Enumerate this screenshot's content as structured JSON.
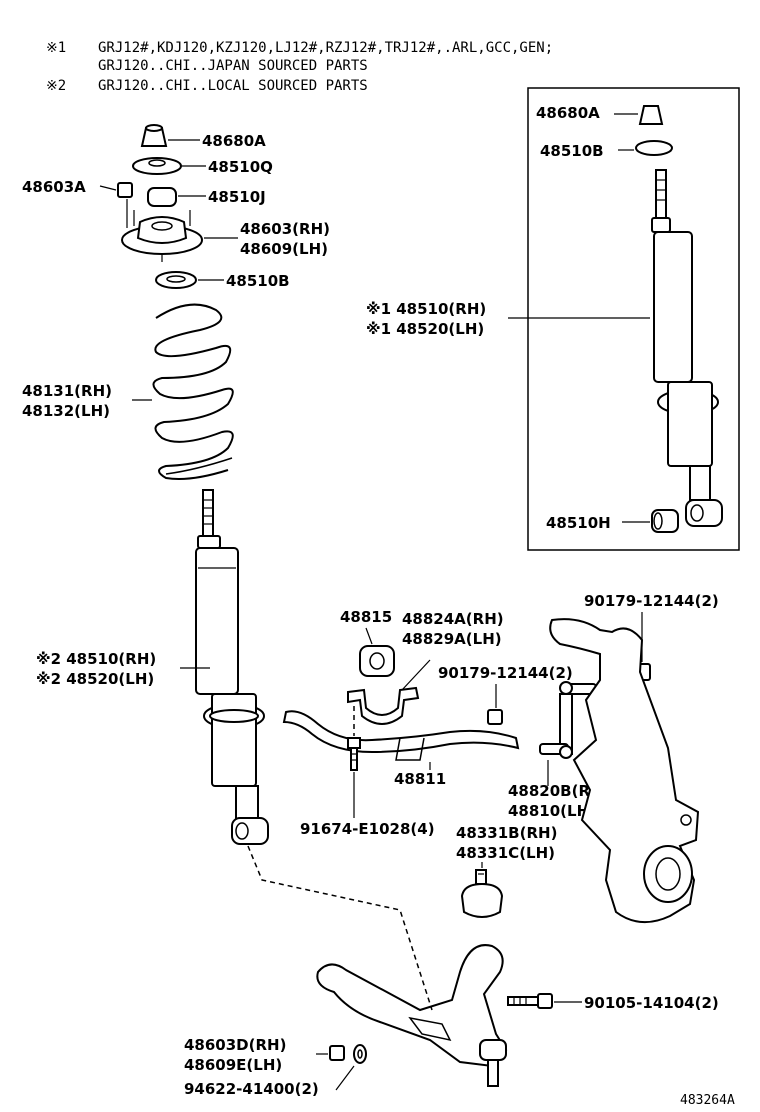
{
  "notes": [
    {
      "mark": "※1",
      "lines": [
        "GRJ12#,KDJ120,KZJ120,LJ12#,RZJ12#,TRJ12#,.ARL,GCC,GEN;",
        "GRJ120..CHI..JAPAN SOURCED PARTS"
      ]
    },
    {
      "mark": "※2",
      "lines": [
        "GRJ120..CHI..LOCAL SOURCED PARTS"
      ]
    }
  ],
  "labels": {
    "p48680a_top": "48680A",
    "p48510q": "48510Q",
    "p48603a": "48603A",
    "p48510j": "48510J",
    "p48603_rh": "48603(RH)",
    "p48609_lh": "48609(LH)",
    "p48510b_left": "48510B",
    "p48131_rh": "48131(RH)",
    "p48132_lh": "48132(LH)",
    "box_48680a": "48680A",
    "box_48510b": "48510B",
    "box_48510_rh": "※1 48510(RH)",
    "box_48520_lh": "※1 48520(LH)",
    "box_48510h": "48510H",
    "p48510_rh_2": "※2 48510(RH)",
    "p48520_lh_2": "※2 48520(LH)",
    "p48815": "48815",
    "p48824a_rh": "48824A(RH)",
    "p48829a_lh": "48829A(LH)",
    "p90179_top": "90179-12144(2)",
    "p90179_mid": "90179-12144(2)",
    "p48811": "48811",
    "p48820b_rh": "48820B(RH)",
    "p48810_lh": "48810(LH)",
    "p91674": "91674-E1028(4)",
    "p48331b_rh": "48331B(RH)",
    "p48331c_lh": "48331C(LH)",
    "p90105": "90105-14104(2)",
    "p48603d_rh": "48603D(RH)",
    "p48609e_lh": "48609E(LH)",
    "p94622": "94622-41400(2)",
    "diagram_id": "483264A"
  }
}
